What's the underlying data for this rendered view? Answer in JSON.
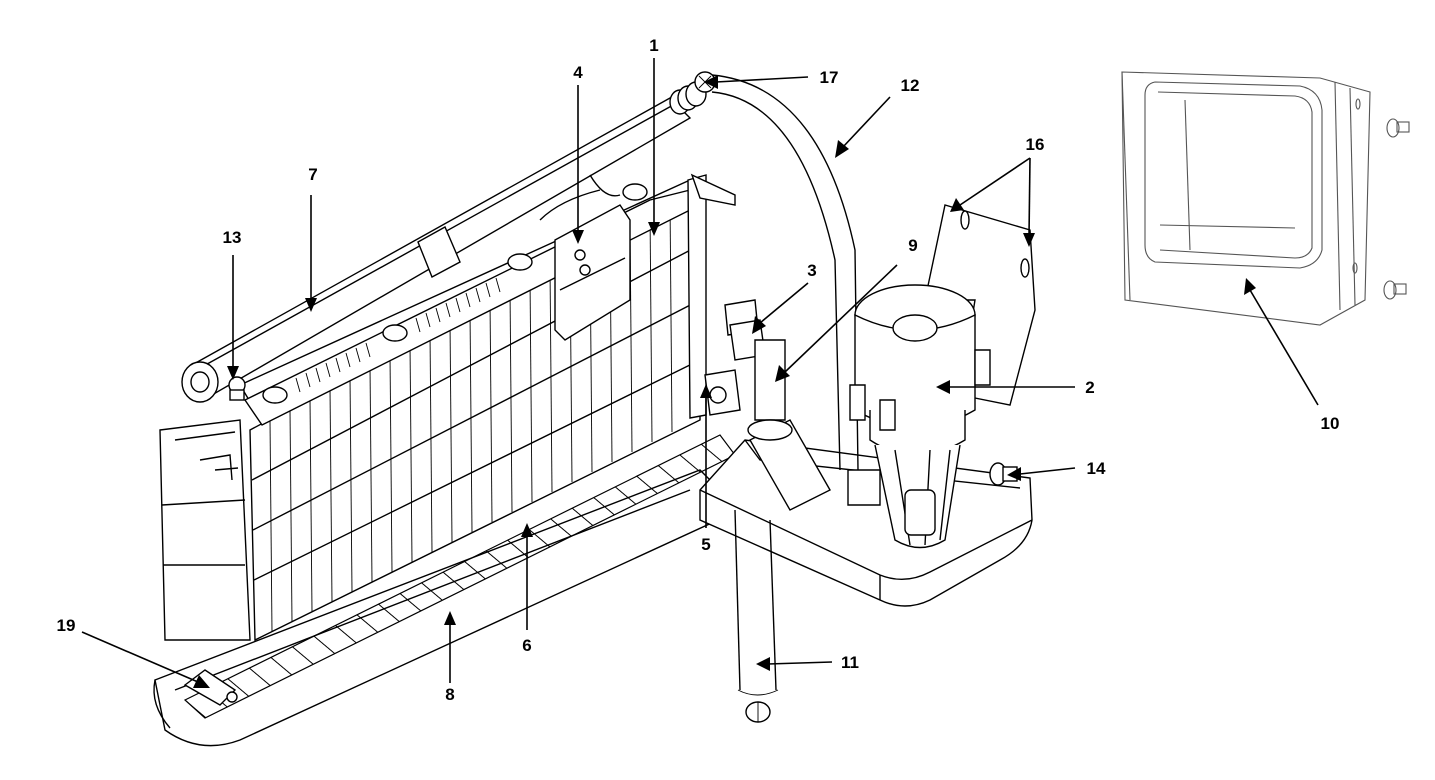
{
  "callouts": [
    {
      "id": "1",
      "label": "1"
    },
    {
      "id": "2",
      "label": "2"
    },
    {
      "id": "3",
      "label": "3"
    },
    {
      "id": "4",
      "label": "4"
    },
    {
      "id": "5",
      "label": "5"
    },
    {
      "id": "6",
      "label": "6"
    },
    {
      "id": "7",
      "label": "7"
    },
    {
      "id": "8",
      "label": "8"
    },
    {
      "id": "9",
      "label": "9"
    },
    {
      "id": "10",
      "label": "10"
    },
    {
      "id": "11",
      "label": "11"
    },
    {
      "id": "12",
      "label": "12"
    },
    {
      "id": "13",
      "label": "13"
    },
    {
      "id": "14",
      "label": "14"
    },
    {
      "id": "16",
      "label": "16"
    },
    {
      "id": "17",
      "label": "17"
    },
    {
      "id": "19",
      "label": "19"
    }
  ]
}
